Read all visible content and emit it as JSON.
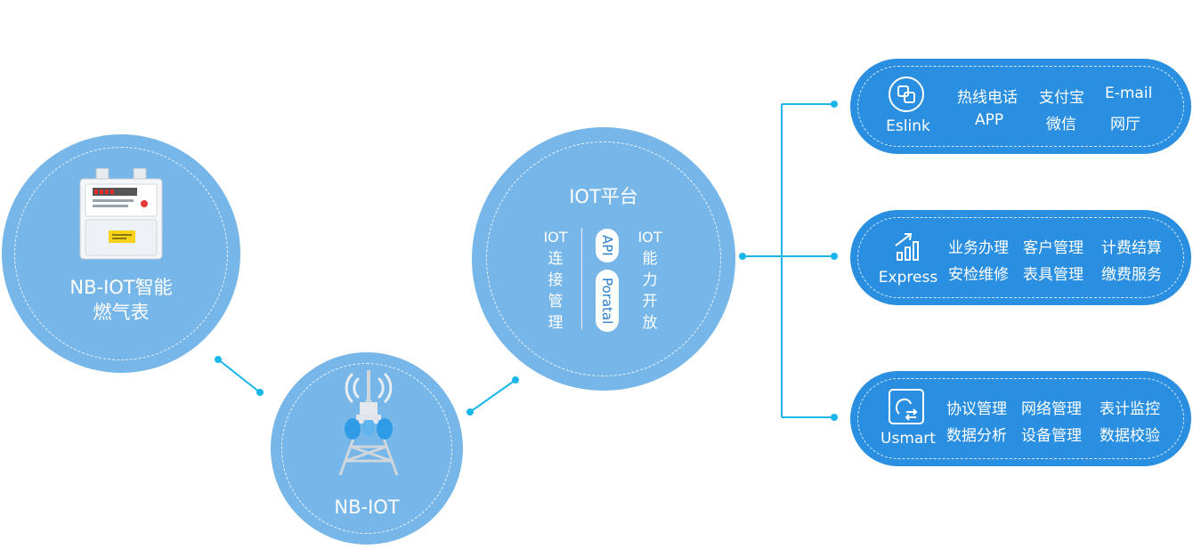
{
  "meter": {
    "line1": "NB-IOT智能",
    "line2": "燃气表"
  },
  "nbiot": {
    "label": "NB-IOT"
  },
  "platform": {
    "title": "IOT平台",
    "left_chars": [
      "IOT",
      "连",
      "接",
      "管",
      "理"
    ],
    "right_chars": [
      "IOT",
      "能",
      "力",
      "开",
      "放"
    ],
    "badge_api": "API",
    "badge_portal": "Poratal"
  },
  "services": [
    {
      "name": "Eslink",
      "icon": "eslink-logo-icon",
      "items": [
        "热线电话",
        "支付宝",
        "E-mail",
        "APP",
        "微信",
        "网厅"
      ]
    },
    {
      "name": "Express",
      "icon": "bar-chart-trend-icon",
      "items": [
        "业务办理",
        "客户管理",
        "计费结算",
        "安检维修",
        "表具管理",
        "缴费服务"
      ]
    },
    {
      "name": "Usmart",
      "icon": "smart-exchange-icon",
      "items": [
        "协议管理",
        "网络管理",
        "表计监控",
        "数据分析",
        "设备管理",
        "数据校验"
      ]
    }
  ],
  "colors": {
    "circle": "#76b6e8",
    "pill": "#2a8fe0",
    "connector": "#1ab6ea"
  }
}
